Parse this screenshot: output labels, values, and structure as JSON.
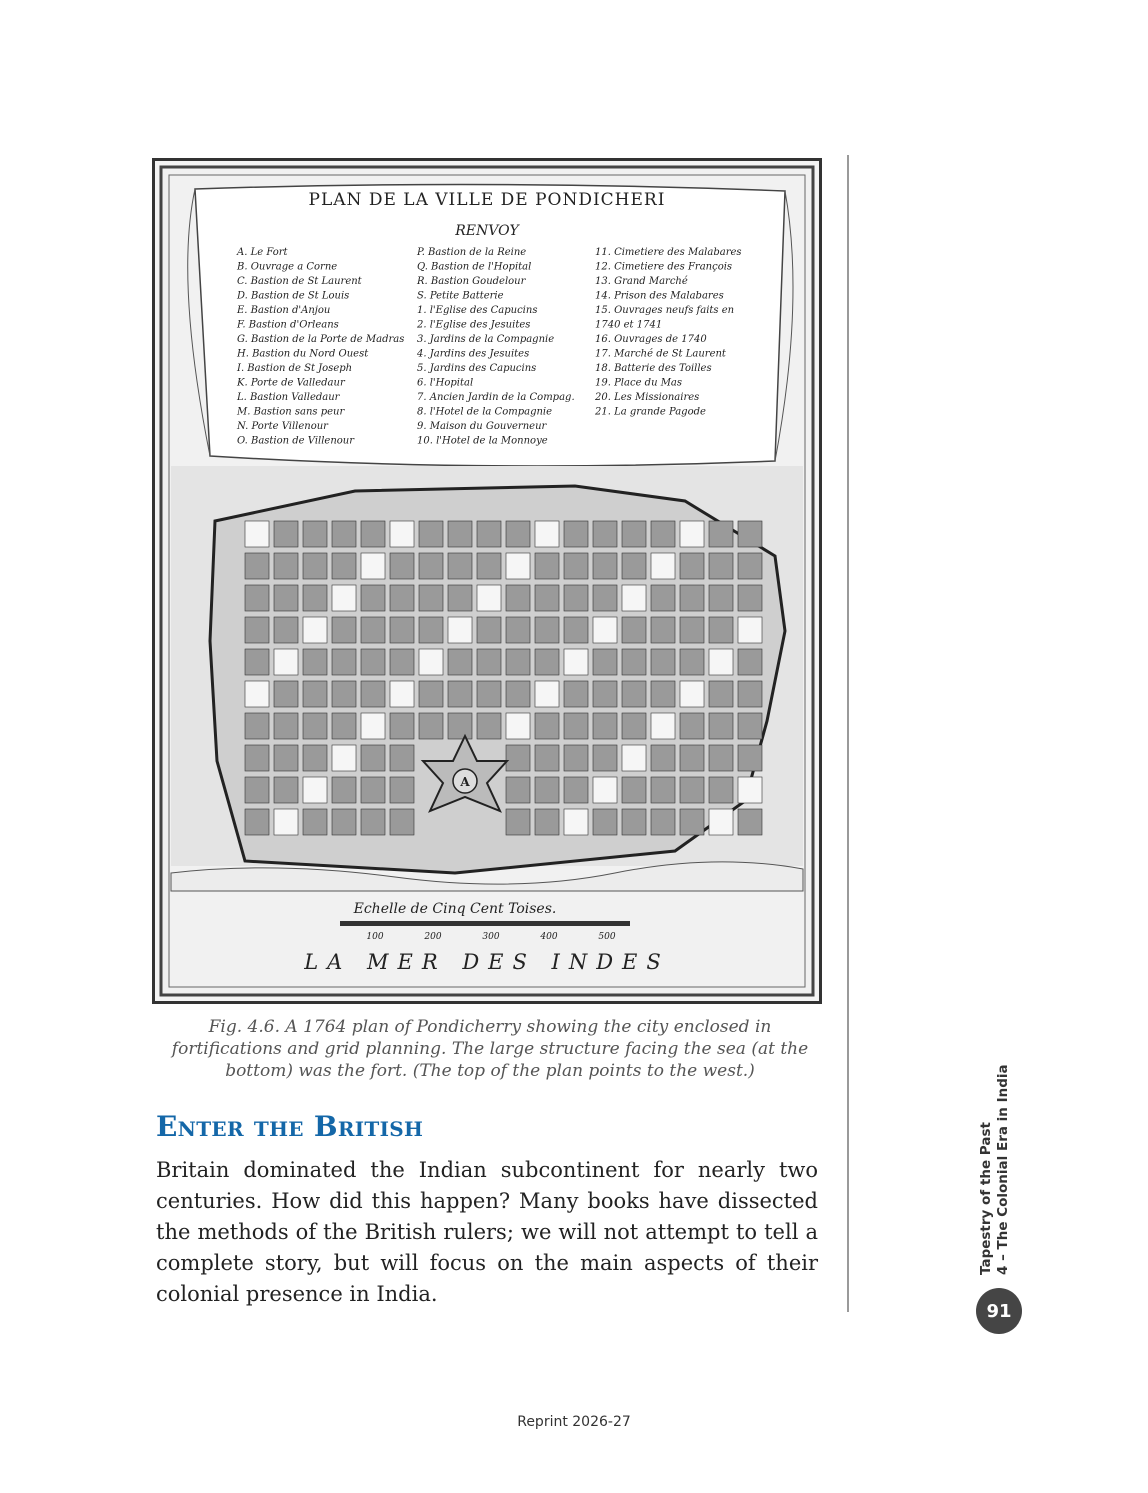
{
  "map": {
    "title": "PLAN DE LA VILLE DE PONDICHERI",
    "legend_heading": "RENVOY",
    "legend_col1": [
      "A. Le Fort",
      "B. Ouvrage a Corne",
      "C. Bastion de St Laurent",
      "D. Bastion de St Louis",
      "E. Bastion d'Anjou",
      "F. Bastion d'Orleans",
      "G. Bastion de la Porte de Madras",
      "H. Bastion du Nord Ouest",
      "I. Bastion de St Joseph",
      "K. Porte de Valledaur",
      "L. Bastion Valledaur",
      "M. Bastion sans peur",
      "N. Porte Villenour",
      "O. Bastion de Villenour"
    ],
    "legend_col2": [
      "P. Bastion de la Reine",
      "Q. Bastion de l'Hopital",
      "R. Bastion Goudelour",
      "S. Petite Batterie",
      "1. l'Eglise des Capucins",
      "2. l'Eglise des Jesuites",
      "3. Jardins de la Compagnie",
      "4. Jardins des Jesuites",
      "5. Jardins des Capucins",
      "6. l'Hopital",
      "7. Ancien Jardin de la Compag.",
      "8. l'Hotel de la Compagnie",
      "9. Maison du Gouverneur",
      "10. l'Hotel de la Monnoye"
    ],
    "legend_col3": [
      "11. Cimetiere des Malabares",
      "12. Cimetiere des François",
      "13. Grand Marché",
      "14. Prison des Malabares",
      "15. Ouvrages neufs faits en",
      "1740 et 1741",
      "16. Ouvrages de 1740",
      "17. Marché de St Laurent",
      "18. Batterie des Toilles",
      "19. Place du Mas",
      "20. Les Missionaires",
      "21. La grande Pagode"
    ],
    "scale_label": "Echelle de Cinq Cent Toises.",
    "scale_ticks": [
      "100",
      "200",
      "300",
      "400",
      "500"
    ],
    "sea_label": "LA MER DES INDES",
    "fort_letter": "A"
  },
  "caption": "Fig. 4.6. A 1764 plan of Pondicherry showing the city enclosed in fortifications and grid planning. The large structure facing the sea (at the bottom) was the fort. (The top of the plan points to the west.)",
  "section_heading": "Enter the British",
  "body_paragraph": "Britain dominated the Indian subcontinent for nearly two centuries. How did this happen? Many books have dissected the methods of the British rulers; we will not attempt to tell a complete story, but will focus on the main aspects of their colonial presence in India.",
  "side_label": {
    "line1": "Tapestry of the Past",
    "line2": "4 – The Colonial Era in India"
  },
  "page_number": "91",
  "footer": "Reprint 2026-27"
}
